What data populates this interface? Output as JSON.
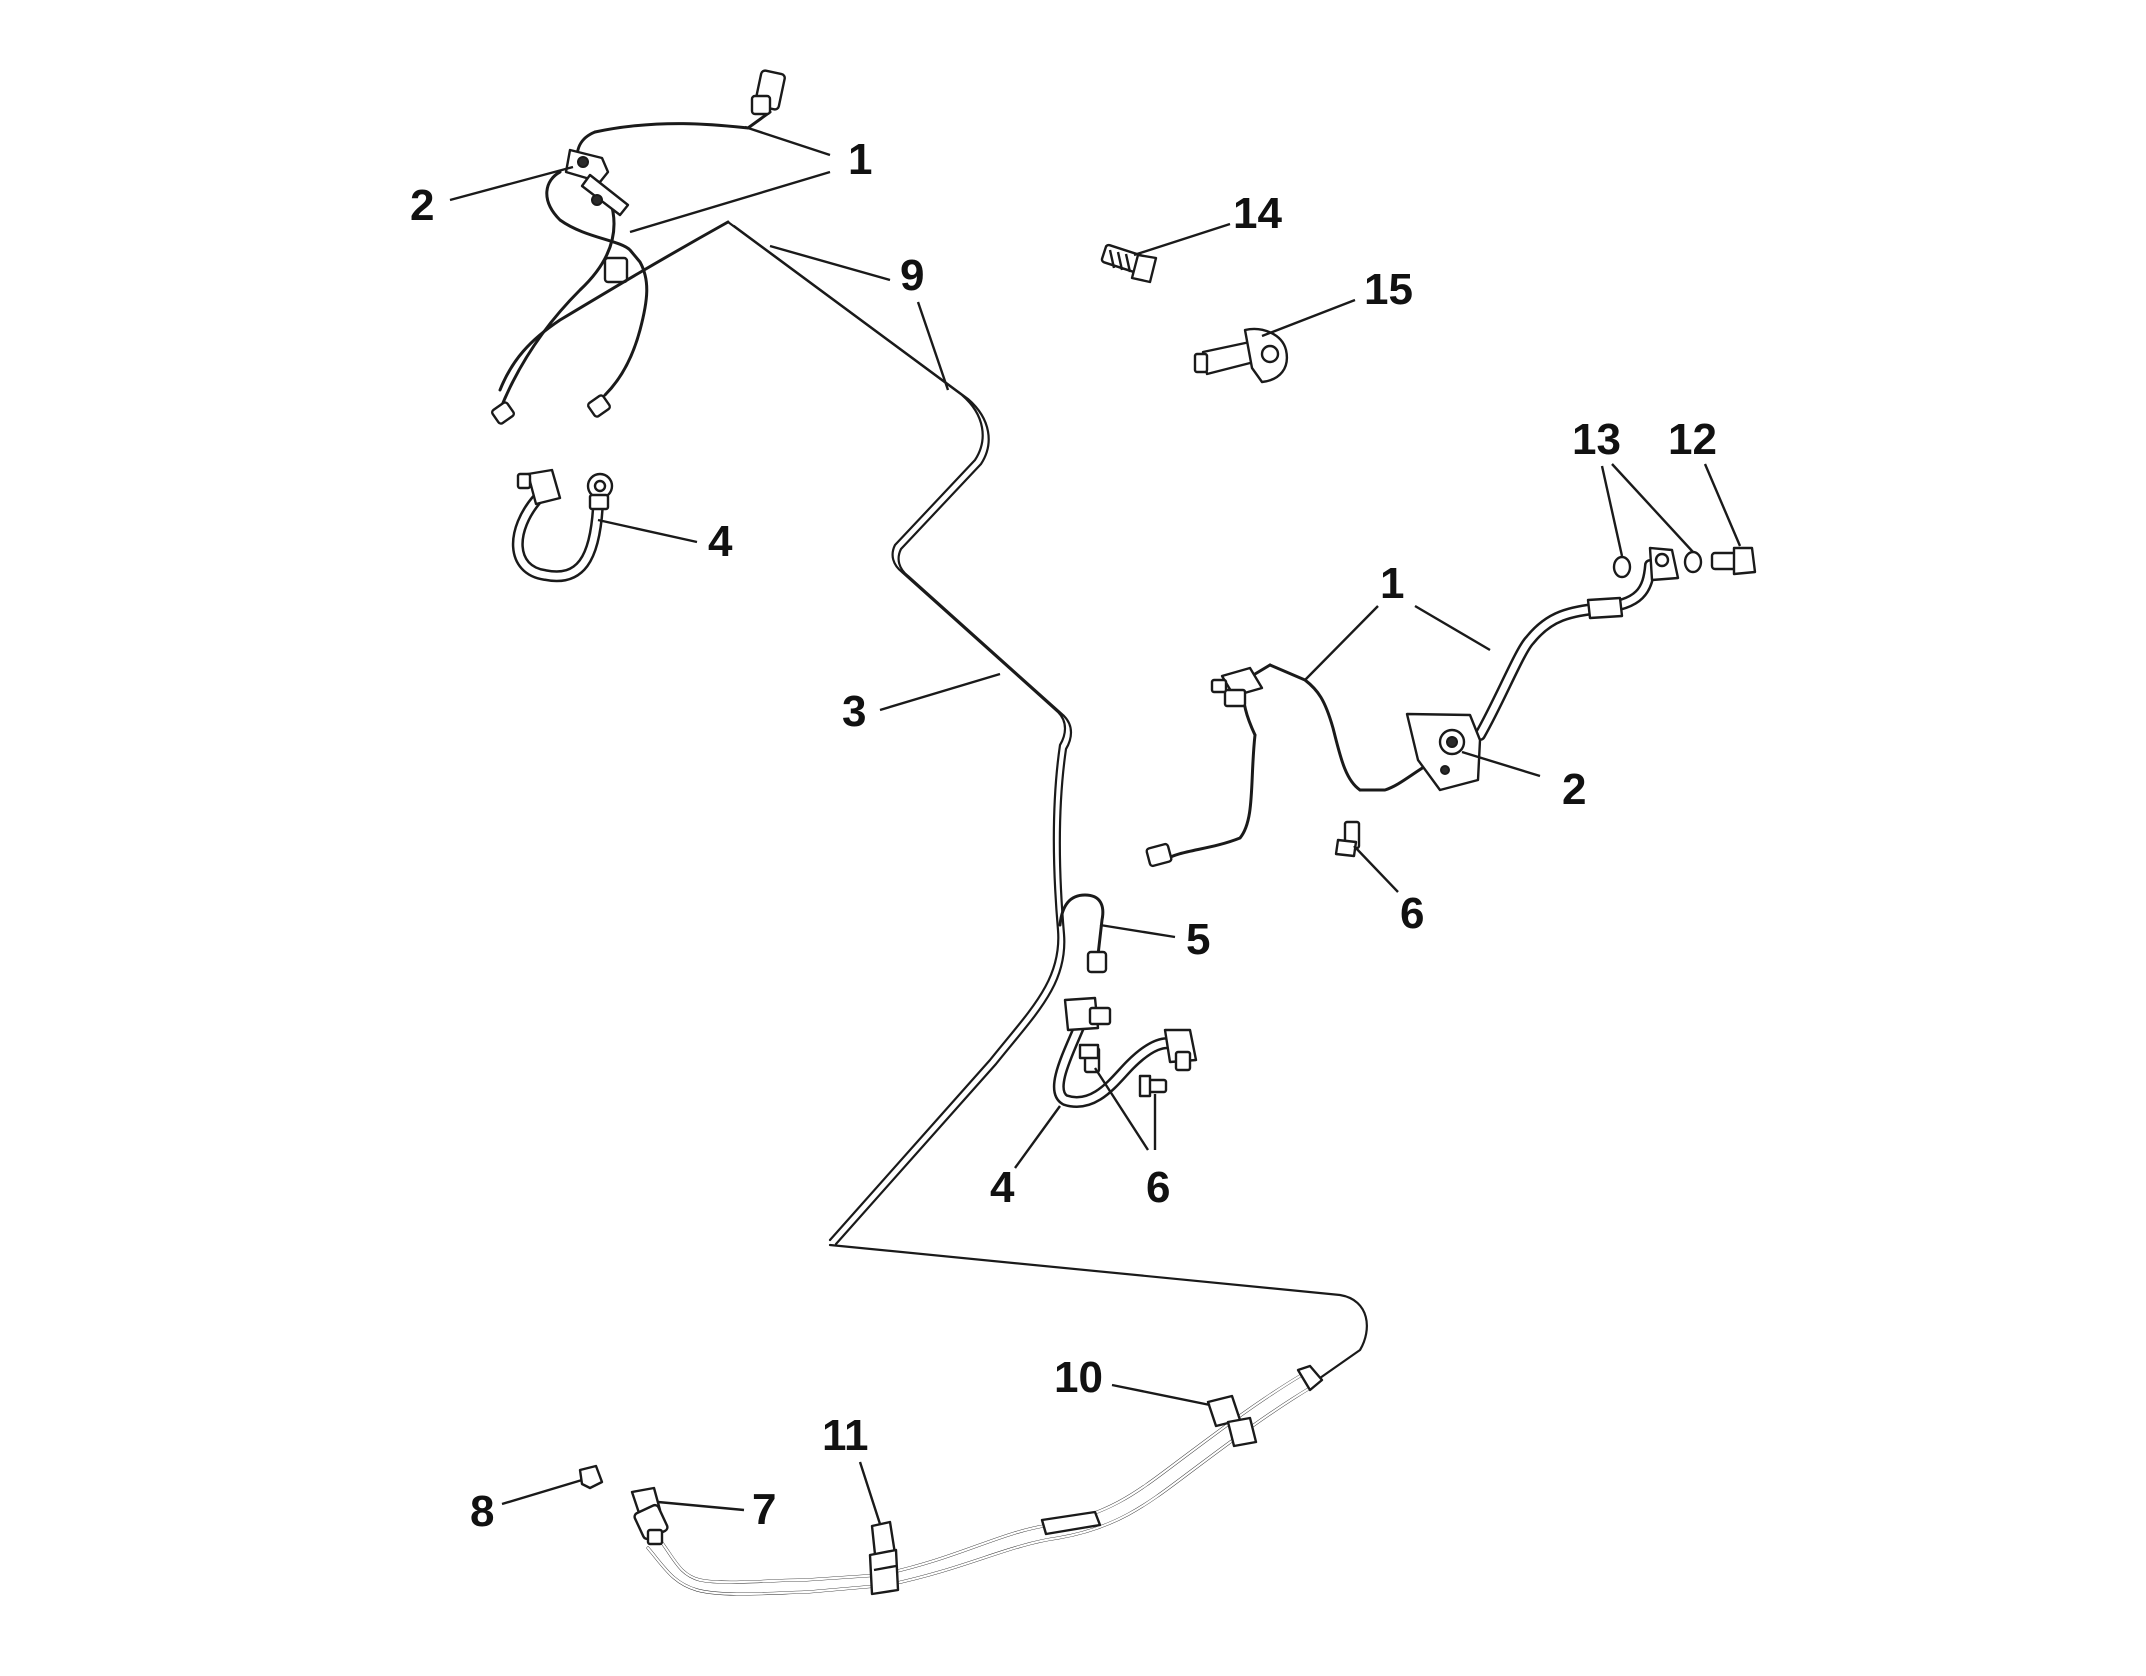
{
  "diagram": {
    "callouts": [
      {
        "id": "c1-top",
        "label": "1"
      },
      {
        "id": "c2-top",
        "label": "2"
      },
      {
        "id": "c9",
        "label": "9"
      },
      {
        "id": "c14",
        "label": "14"
      },
      {
        "id": "c15",
        "label": "15"
      },
      {
        "id": "c4-top",
        "label": "4"
      },
      {
        "id": "c13",
        "label": "13"
      },
      {
        "id": "c12",
        "label": "12"
      },
      {
        "id": "c1-right",
        "label": "1"
      },
      {
        "id": "c3",
        "label": "3"
      },
      {
        "id": "c2-right",
        "label": "2"
      },
      {
        "id": "c6-right",
        "label": "6"
      },
      {
        "id": "c5",
        "label": "5"
      },
      {
        "id": "c4-bottom",
        "label": "4"
      },
      {
        "id": "c6-bottom",
        "label": "6"
      },
      {
        "id": "c10",
        "label": "10"
      },
      {
        "id": "c11",
        "label": "11"
      },
      {
        "id": "c8",
        "label": "8"
      },
      {
        "id": "c7",
        "label": "7"
      }
    ]
  }
}
